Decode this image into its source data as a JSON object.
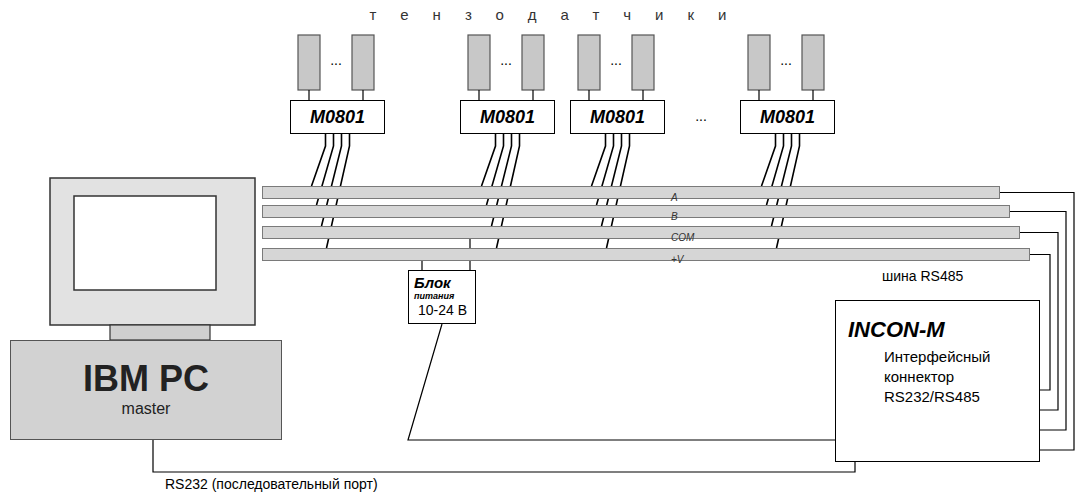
{
  "diagram": {
    "nodes": [
      {
        "text": [
          "M0801"
        ]
      },
      {
        "text": [
          "M0801"
        ]
      },
      {
        "text": [
          "M0801"
        ]
      },
      {
        "text": [
          "M0801"
        ]
      },
      {
        "text": [
          "A"
        ]
      },
      {
        "text": [
          "B"
        ]
      },
      {
        "text": [
          "COM"
        ]
      },
      {
        "text": [
          "+V"
        ]
      },
      {
        "text": [
          "Блок",
          "питания",
          "10-24 В"
        ]
      },
      {
        "text": [
          "IBM PC",
          "master"
        ]
      },
      {
        "text": [
          "INCON-M",
          "Интерфейсный коннектор RS232/RS485"
        ]
      }
    ],
    "edges": [
      {
        "from": 0,
        "to": 4,
        "arrow": "none"
      },
      {
        "from": 0,
        "to": 5,
        "arrow": "none"
      },
      {
        "from": 0,
        "to": 6,
        "arrow": "none"
      },
      {
        "from": 0,
        "to": 7,
        "arrow": "none"
      },
      {
        "from": 1,
        "to": 4,
        "arrow": "none"
      },
      {
        "from": 1,
        "to": 5,
        "arrow": "none"
      },
      {
        "from": 1,
        "to": 6,
        "arrow": "none"
      },
      {
        "from": 1,
        "to": 7,
        "arrow": "none"
      },
      {
        "from": 2,
        "to": 4,
        "arrow": "none"
      },
      {
        "from": 2,
        "to": 5,
        "arrow": "none"
      },
      {
        "from": 2,
        "to": 6,
        "arrow": "none"
      },
      {
        "from": 2,
        "to": 7,
        "arrow": "none"
      },
      {
        "from": 3,
        "to": 4,
        "arrow": "none"
      },
      {
        "from": 3,
        "to": 5,
        "arrow": "none"
      },
      {
        "from": 3,
        "to": 6,
        "arrow": "none"
      },
      {
        "from": 3,
        "to": 7,
        "arrow": "none"
      },
      {
        "from": 4,
        "to": 10,
        "arrow": "none"
      },
      {
        "from": 5,
        "to": 10,
        "arrow": "none"
      },
      {
        "from": 6,
        "to": 10,
        "arrow": "none"
      },
      {
        "from": 7,
        "to": 10,
        "arrow": "none"
      },
      {
        "from": 8,
        "to": 7,
        "arrow": "none"
      },
      {
        "from": 8,
        "to": 6,
        "arrow": "none"
      },
      {
        "from": 8,
        "to": 10,
        "arrow": "none"
      },
      {
        "from": 9,
        "to": 10,
        "arrow": "none",
        "label": "RS232 (последовательный порт)"
      }
    ],
    "labels": [
      "тензодатчики",
      "...",
      "...",
      "...",
      "...",
      "...",
      "шина RS485"
    ]
  }
}
